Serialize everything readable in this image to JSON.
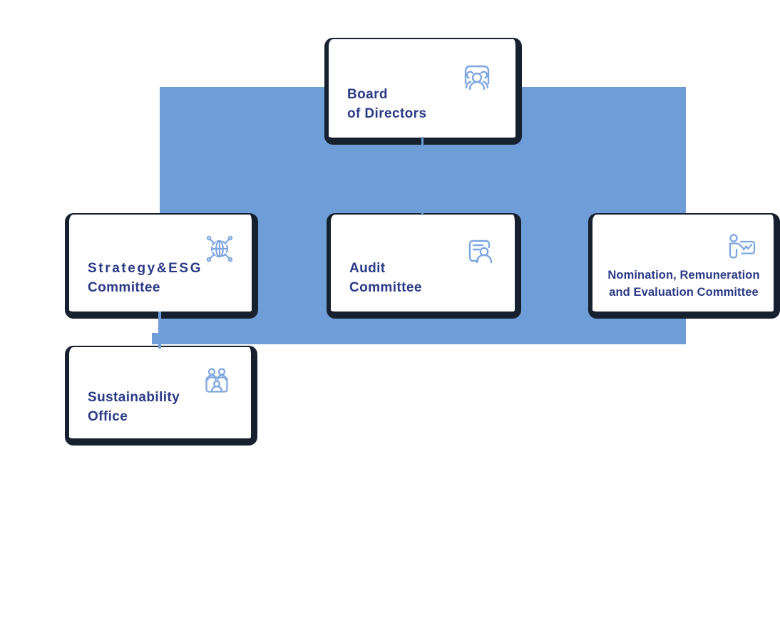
{
  "colors": {
    "connector_blue": "#6F9DD7",
    "card_border_navy": "#17202F",
    "title_navy": "#2A3A85",
    "icon_blue": "#7EA6E0",
    "background": "#FFFFFF"
  },
  "diagram": {
    "type": "org-chart",
    "root": {
      "id": "board",
      "line1": "Board",
      "line2": "of Directors",
      "icon": "people-group-icon"
    },
    "committees": [
      {
        "id": "strategy-esg",
        "line1": "Strategy&ESG",
        "line2": "Committee",
        "icon": "globe-network-icon"
      },
      {
        "id": "audit",
        "line1": "Audit",
        "line2": "Committee",
        "icon": "document-person-icon"
      },
      {
        "id": "nomination-remuneration-evaluation",
        "line1": "Nomination, Remuneration",
        "line2": "and Evaluation Committee",
        "icon": "presenter-chart-icon"
      }
    ],
    "sub_office": {
      "id": "sustainability-office",
      "line1": "Sustainability",
      "line2": "Office",
      "icon": "meeting-people-icon"
    }
  }
}
